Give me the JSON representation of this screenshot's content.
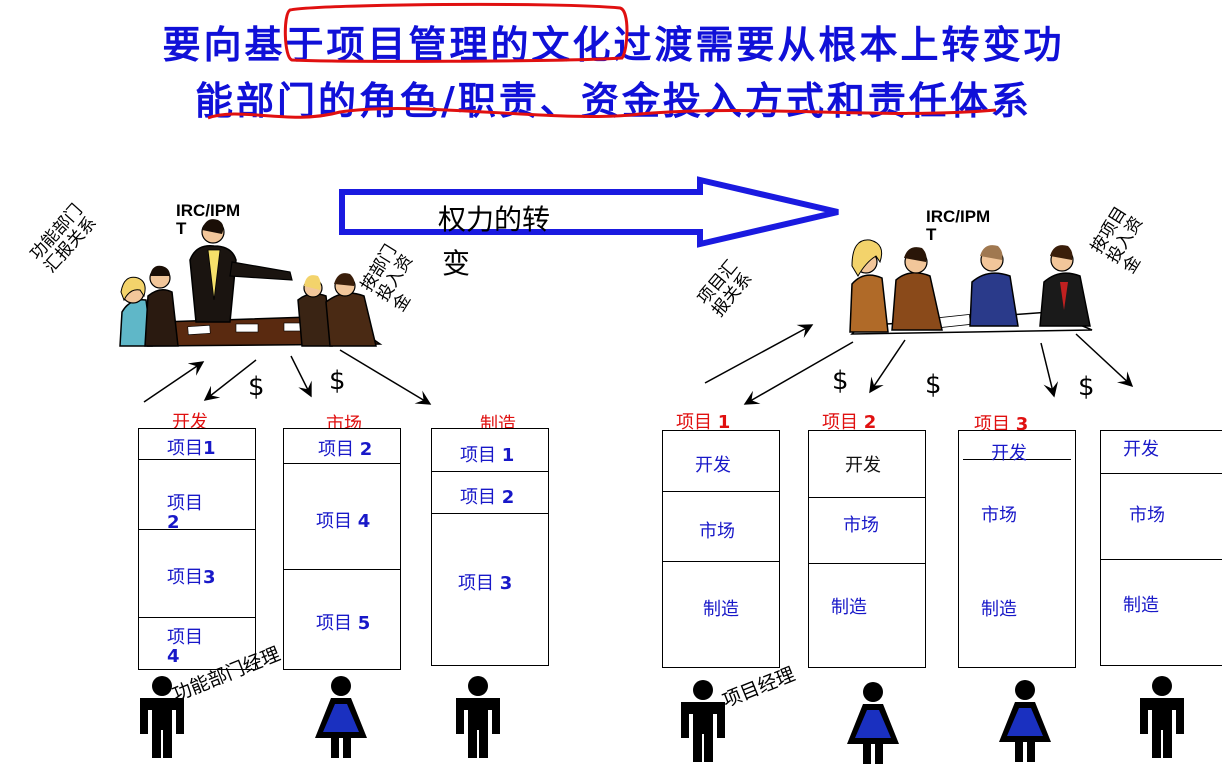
{
  "title": {
    "line1": "要向基于项目管理的文化过渡需要从根本上转变功",
    "line2": "能部门的角色/职责、资金投入方式和责任体系"
  },
  "arrow_label": {
    "line1": "权力的转",
    "line2": "变"
  },
  "left": {
    "irc_label_line1": "IRC/IPM",
    "irc_label_line2": "T",
    "report_label": "功能部门\n汇报关系",
    "invest_label": "按部门\n投入资\n金",
    "dollar": "$",
    "columns": [
      {
        "header": "开发",
        "cells": [
          {
            "a": "项目",
            "b": "1"
          },
          {
            "a": "项目",
            "b": "2"
          },
          {
            "a": "项目",
            "b": "3"
          },
          {
            "a": "项目",
            "b": "4"
          }
        ]
      },
      {
        "header": "市场",
        "cells": [
          {
            "a": "项目 ",
            "b": "2"
          },
          {
            "a": "项目 ",
            "b": "4"
          },
          {
            "a": "项目 ",
            "b": "5"
          }
        ]
      },
      {
        "header": "制造",
        "cells": [
          {
            "a": "项目 ",
            "b": "1"
          },
          {
            "a": "项目 ",
            "b": "2"
          },
          {
            "a": "项目 ",
            "b": "3"
          }
        ]
      }
    ],
    "person_label": "功能部门经理"
  },
  "right": {
    "irc_label_line1": "IRC/IPM",
    "irc_label_line2": "T",
    "report_label": "项目汇\n报关系",
    "invest_label": "按项目\n投入资\n金",
    "dollar": "$",
    "columns": [
      {
        "header_a": "项目 ",
        "header_b": "1",
        "cells": [
          "开发",
          "市场",
          "制造"
        ]
      },
      {
        "header_a": "项目 ",
        "header_b": "2",
        "cells": [
          "开发",
          "市场",
          "制造"
        ]
      },
      {
        "header_a": "项目 ",
        "header_b": "3",
        "cells": [
          "开发",
          "市场",
          "制造"
        ]
      },
      {
        "header_a": "",
        "header_b": "",
        "cells": [
          "开发",
          "市场",
          "制造"
        ]
      }
    ],
    "person_label": "项目经理"
  },
  "colors": {
    "title": "#1010d8",
    "cell_text": "#1818c8",
    "header_red": "#e01010",
    "highlight": "#e01010",
    "arrow": "#1a1ae0"
  }
}
